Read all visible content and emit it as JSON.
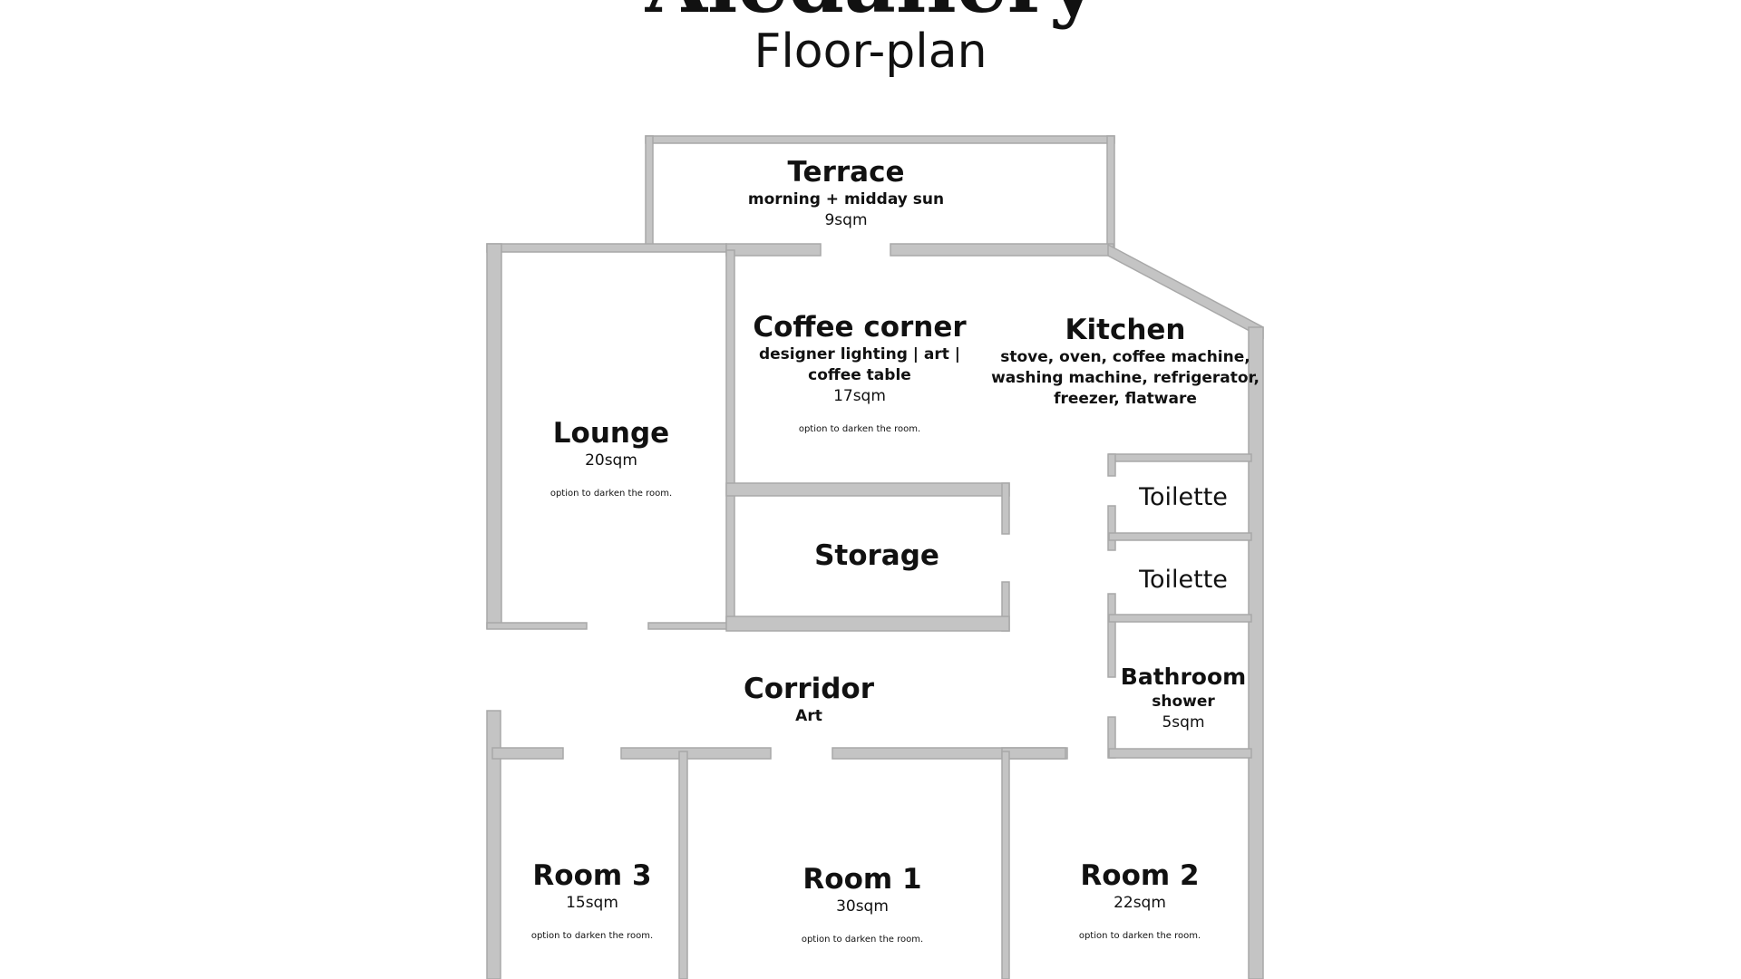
{
  "header": {
    "brand": "Aledallery",
    "subtitle": "Floor-plan"
  },
  "colors": {
    "wall": "#c4c4c4",
    "wall_edge": "#a8a8a8",
    "text": "#111111",
    "background": "#ffffff"
  },
  "rooms": {
    "terrace": {
      "name": "Terrace",
      "desc": "morning + midday sun",
      "area": "9sqm"
    },
    "lounge": {
      "name": "Lounge",
      "area": "20sqm",
      "note": "option to darken the room."
    },
    "coffee": {
      "name": "Coffee corner",
      "desc1": "designer lighting | art |",
      "desc2": "coffee table",
      "area": "17sqm",
      "note": "option to darken the room."
    },
    "kitchen": {
      "name": "Kitchen",
      "desc1": "stove, oven, coffee machine,",
      "desc2": "washing machine, refrigerator,",
      "desc3": "freezer, flatware"
    },
    "storage": {
      "name": "Storage"
    },
    "toilette1": {
      "name": "Toilette"
    },
    "toilette2": {
      "name": "Toilette"
    },
    "bathroom": {
      "name": "Bathroom",
      "desc": "shower",
      "area": "5sqm"
    },
    "corridor": {
      "name": "Corridor",
      "desc": "Art"
    },
    "room3": {
      "name": "Room 3",
      "area": "15sqm",
      "note": "option to darken the room."
    },
    "room1": {
      "name": "Room 1",
      "area": "30sqm",
      "note": "option to darken the room."
    },
    "room2": {
      "name": "Room 2",
      "area": "22sqm",
      "note": "option to darken the room."
    }
  }
}
